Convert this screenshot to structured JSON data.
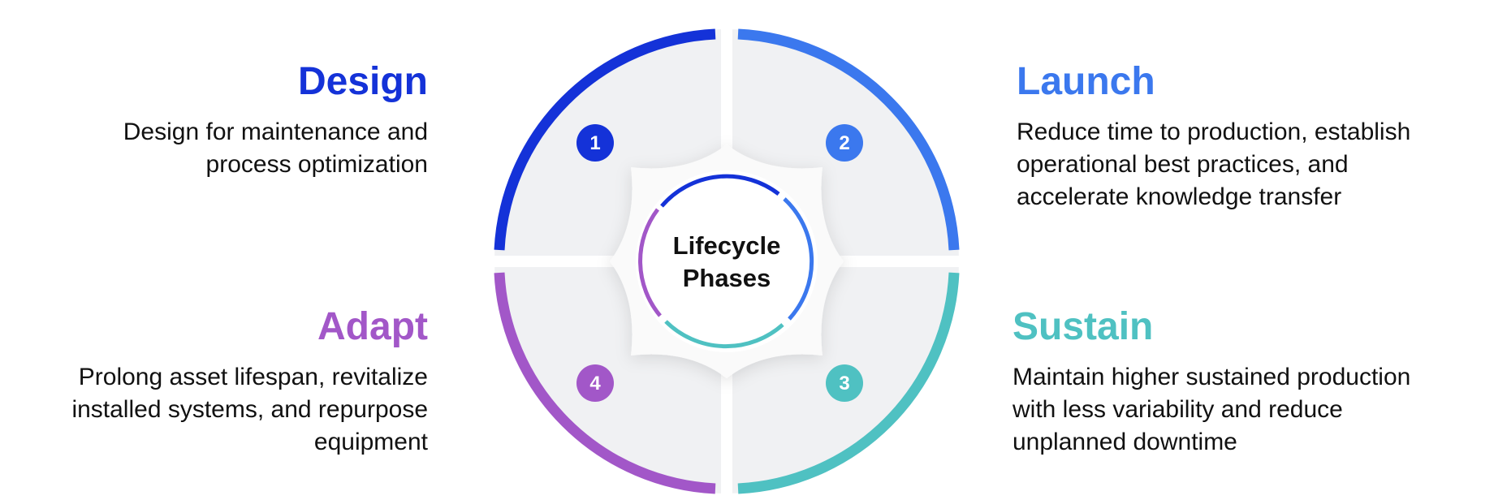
{
  "center": {
    "line1": "Lifecycle",
    "line2": "Phases"
  },
  "phases": [
    {
      "number": "1",
      "title": "Design",
      "description": "Design for maintenance and process optimization",
      "color": "#1432d8"
    },
    {
      "number": "2",
      "title": "Launch",
      "description": "Reduce time to production, establish operational best practices, and accelerate knowledge transfer",
      "color": "#3b78ee"
    },
    {
      "number": "3",
      "title": "Sustain",
      "description": "Maintain higher sustained production with less variability and reduce unplanned downtime",
      "color": "#4fc1c2"
    },
    {
      "number": "4",
      "title": "Adapt",
      "description": "Prolong asset lifespan, revitalize installed systems, and repurpose equipment",
      "color": "#a257c8"
    }
  ],
  "colors": {
    "quadrant_fill": "#f0f1f3",
    "divider": "#fafafa"
  }
}
